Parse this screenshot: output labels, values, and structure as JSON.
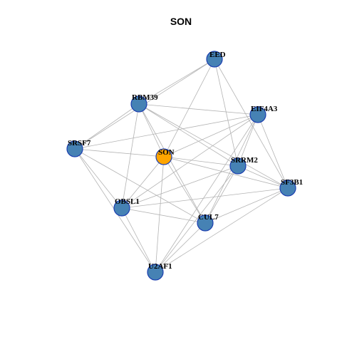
{
  "title": "SON",
  "colors": {
    "node_default": "#4682b4",
    "node_highlight": "#ffa500",
    "edge": "#b3b3b3"
  },
  "nodes": [
    {
      "id": "EED",
      "label": "EED",
      "highlight": false
    },
    {
      "id": "RBM39",
      "label": "RBM39",
      "highlight": false
    },
    {
      "id": "EIF4A3",
      "label": "EIF4A3",
      "highlight": false
    },
    {
      "id": "SRSF7",
      "label": "SRSF7",
      "highlight": false
    },
    {
      "id": "SON",
      "label": "SON",
      "highlight": true
    },
    {
      "id": "SRRM2",
      "label": "SRRM2",
      "highlight": false
    },
    {
      "id": "SF3B1",
      "label": "SF3B1",
      "highlight": false
    },
    {
      "id": "OBSL1",
      "label": "OBSL1",
      "highlight": false
    },
    {
      "id": "CUL7",
      "label": "CUL7",
      "highlight": false
    },
    {
      "id": "U2AF1",
      "label": "U2AF1",
      "highlight": false
    }
  ],
  "edges": [
    [
      "EED",
      "RBM39"
    ],
    [
      "EED",
      "SRSF7"
    ],
    [
      "EED",
      "SON"
    ],
    [
      "EED",
      "SRRM2"
    ],
    [
      "EED",
      "SF3B1"
    ],
    [
      "RBM39",
      "SRSF7"
    ],
    [
      "RBM39",
      "SON"
    ],
    [
      "RBM39",
      "SRRM2"
    ],
    [
      "RBM39",
      "SF3B1"
    ],
    [
      "RBM39",
      "OBSL1"
    ],
    [
      "RBM39",
      "CUL7"
    ],
    [
      "RBM39",
      "EIF4A3"
    ],
    [
      "EIF4A3",
      "SRSF7"
    ],
    [
      "EIF4A3",
      "SRRM2"
    ],
    [
      "EIF4A3",
      "SF3B1"
    ],
    [
      "EIF4A3",
      "OBSL1"
    ],
    [
      "EIF4A3",
      "CUL7"
    ],
    [
      "EIF4A3",
      "U2AF1"
    ],
    [
      "EIF4A3",
      "SON"
    ],
    [
      "SRSF7",
      "SON"
    ],
    [
      "SRSF7",
      "OBSL1"
    ],
    [
      "SRSF7",
      "CUL7"
    ],
    [
      "SRSF7",
      "U2AF1"
    ],
    [
      "SON",
      "SRRM2"
    ],
    [
      "SON",
      "SF3B1"
    ],
    [
      "SON",
      "CUL7"
    ],
    [
      "SON",
      "U2AF1"
    ],
    [
      "SON",
      "OBSL1"
    ],
    [
      "SRRM2",
      "SF3B1"
    ],
    [
      "SRRM2",
      "OBSL1"
    ],
    [
      "SRRM2",
      "CUL7"
    ],
    [
      "SRRM2",
      "U2AF1"
    ],
    [
      "SF3B1",
      "OBSL1"
    ],
    [
      "SF3B1",
      "CUL7"
    ],
    [
      "SF3B1",
      "U2AF1"
    ],
    [
      "OBSL1",
      "CUL7"
    ],
    [
      "OBSL1",
      "U2AF1"
    ],
    [
      "CUL7",
      "U2AF1"
    ]
  ]
}
